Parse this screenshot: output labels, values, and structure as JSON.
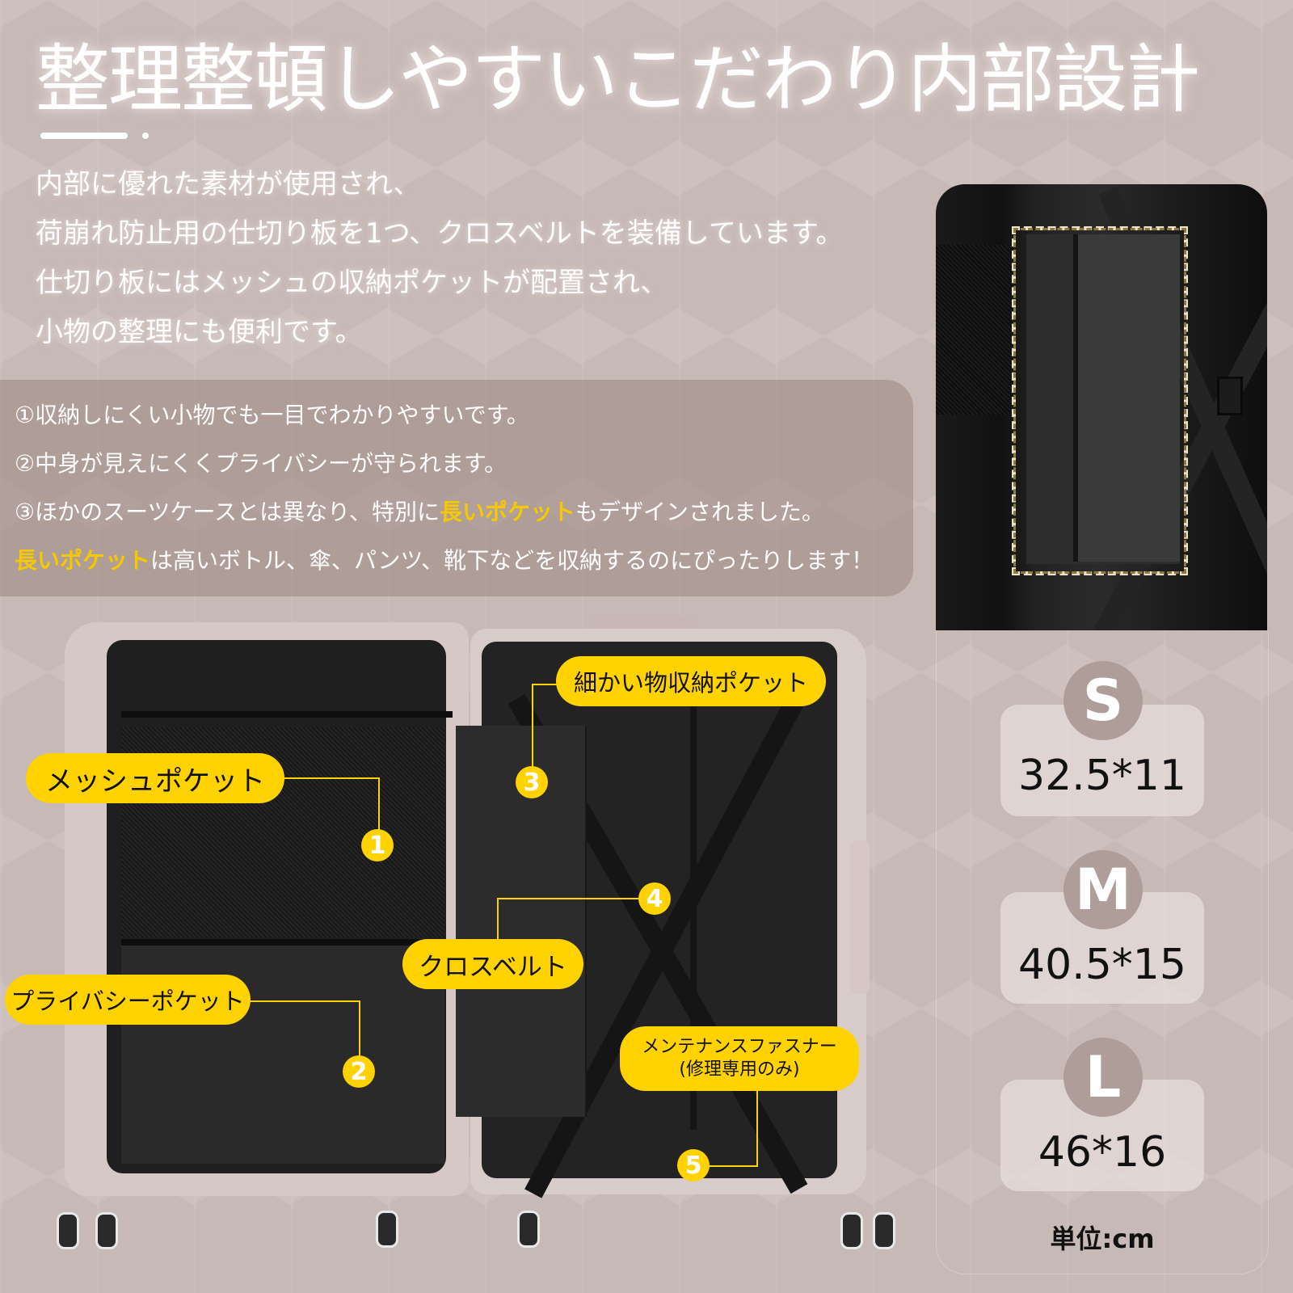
{
  "title": "整理整頓しやすいこだわり内部設計",
  "intro": [
    "内部に優れた素材が使用され、",
    "荷崩れ防止用の仕切り板を1つ、クロスベルトを装備しています。",
    "仕切り板にはメッシュの収納ポケットが配置され、",
    "小物の整理にも便利です。"
  ],
  "features": {
    "line1": "①収納しにくい小物でも一目でわかりやすいです。",
    "line2": "②中身が見えにくくプライバシーが守られます。",
    "line3_pre": "③ほかのスーツケースとは異なり、特別に",
    "line3_hl": "長いポケット",
    "line3_post": "もデザインされました。",
    "line4_hl": "長いポケット",
    "line4_post": "は高いボトル、傘、パンツ、靴下などを収納するのにぴったりします！"
  },
  "callouts": [
    {
      "num": "1",
      "label": "メッシュポケット"
    },
    {
      "num": "2",
      "label": "プライバシーポケット"
    },
    {
      "num": "3",
      "label": "細かい物収納ポケット"
    },
    {
      "num": "4",
      "label": "クロスベルト"
    },
    {
      "num": "5",
      "label": "メンテナンスファスナー",
      "sub": "(修理専用のみ)"
    }
  ],
  "sizes": [
    {
      "size": "S",
      "dims": "32.5*11"
    },
    {
      "size": "M",
      "dims": "40.5*15"
    },
    {
      "size": "L",
      "dims": "46*16"
    }
  ],
  "unit": "単位:cm",
  "colors": {
    "background": "#c7b9b6",
    "accent_yellow": "#ffd200",
    "highlight_text": "#f5c800",
    "size_circle": "#ae9d98"
  }
}
